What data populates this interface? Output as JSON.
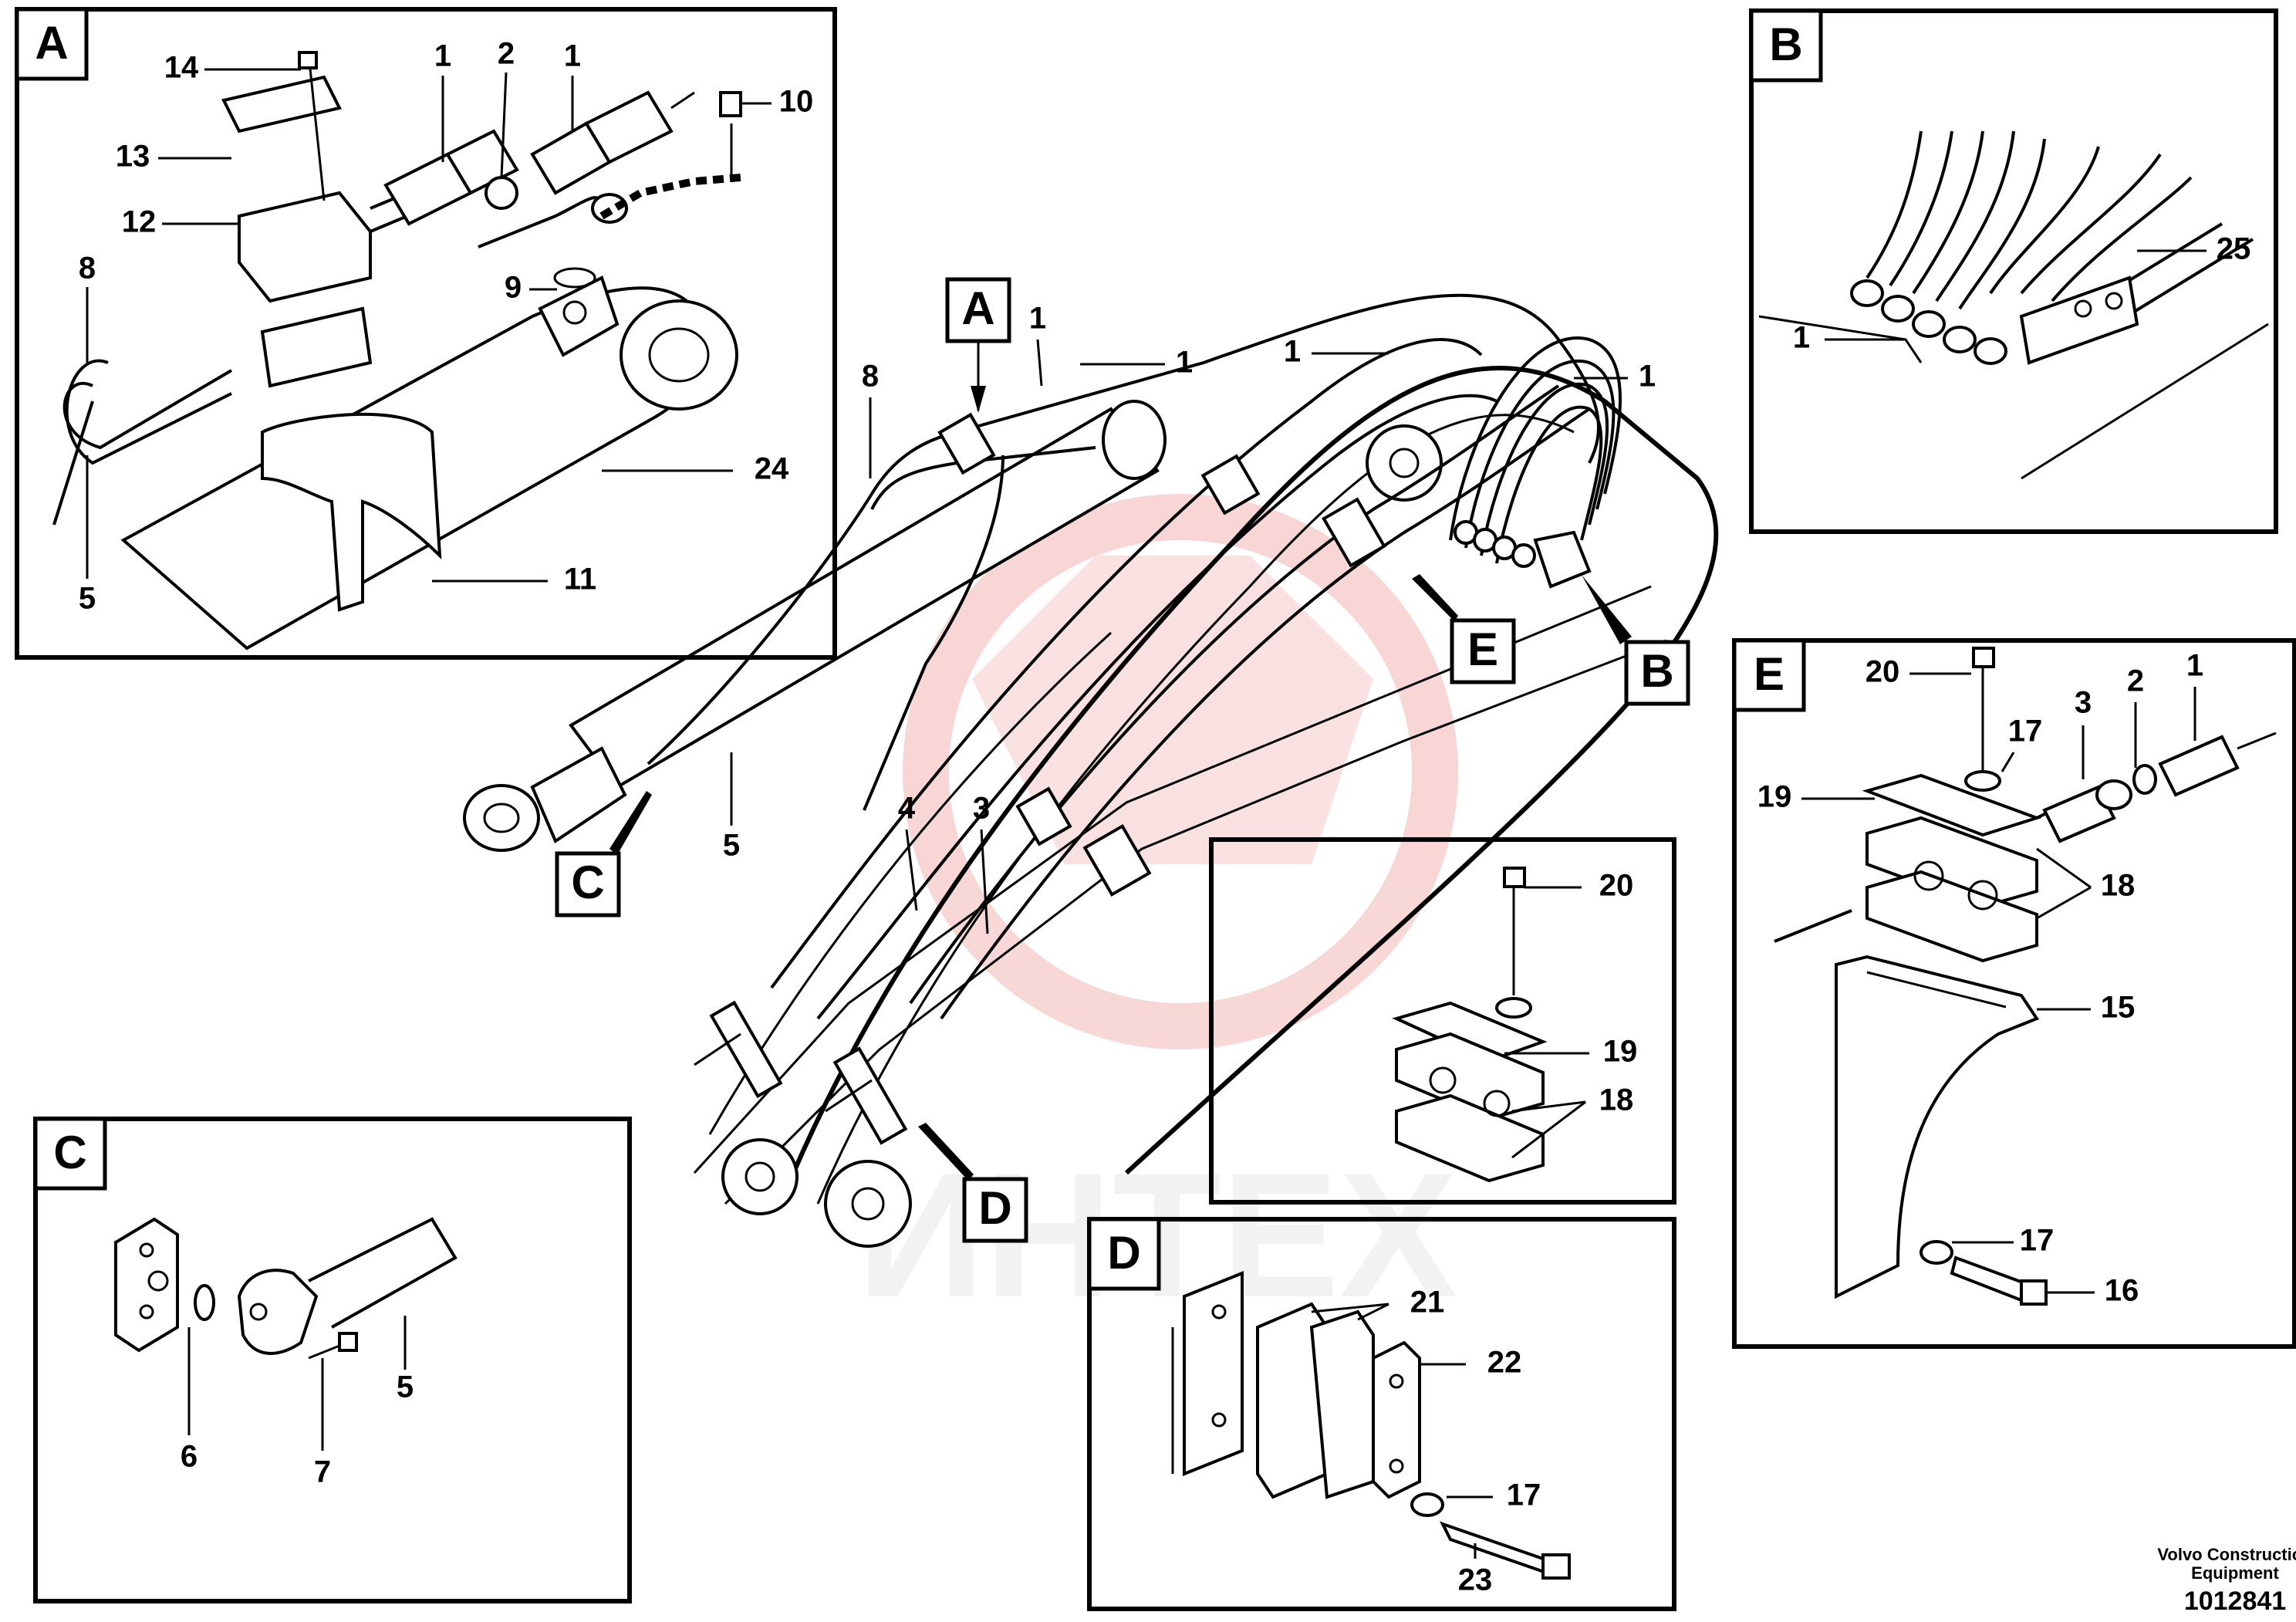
{
  "views": {
    "A": {
      "label": "A",
      "callouts": [
        "14",
        "1",
        "2",
        "1",
        "10",
        "13",
        "12",
        "8",
        "9",
        "24",
        "5",
        "11"
      ]
    },
    "B": {
      "label": "B",
      "callouts": [
        "25",
        "1"
      ]
    },
    "C": {
      "label": "C",
      "callouts": [
        "5",
        "6",
        "7"
      ]
    },
    "D": {
      "label": "D",
      "callouts": [
        "21",
        "22",
        "17",
        "23"
      ]
    },
    "E": {
      "label": "E",
      "callouts": [
        "20",
        "17",
        "3",
        "2",
        "1",
        "19",
        "18",
        "15",
        "17",
        "16"
      ]
    },
    "clamp_inset": {
      "callouts": [
        "20",
        "19",
        "18"
      ]
    }
  },
  "main": {
    "view_markers": [
      "A",
      "B",
      "C",
      "D",
      "E"
    ],
    "callouts": [
      "1",
      "1",
      "8",
      "1",
      "1",
      "5",
      "4",
      "3"
    ]
  },
  "footer": {
    "company_line1": "Volvo Construction",
    "company_line2": "Equipment",
    "drawing_number": "1012841"
  },
  "watermark": {
    "text": "ИНТЕХ",
    "color": "#f3b6b6"
  }
}
